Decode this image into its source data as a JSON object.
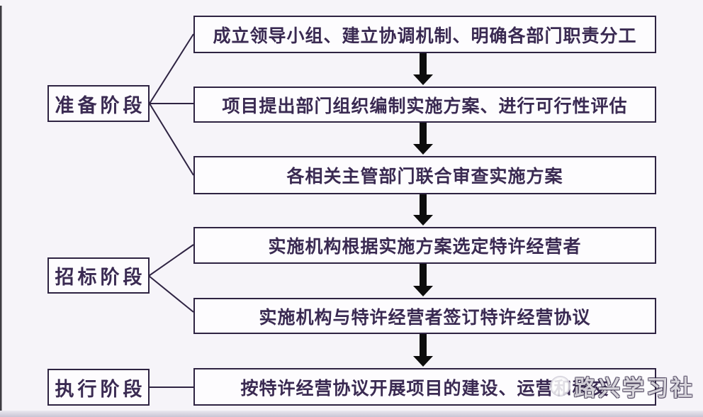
{
  "diagram": {
    "phases": [
      {
        "label": "准备阶段"
      },
      {
        "label": "招标阶段"
      },
      {
        "label": "执行阶段"
      }
    ],
    "steps": [
      {
        "text": "成立领导小组、建立协调机制、明确各部门职责分工"
      },
      {
        "text": "项目提出部门组织编制实施方案、进行可行性评估"
      },
      {
        "text": "各相关主管部门联合审查实施方案"
      },
      {
        "text": "实施机构根据实施方案选定特许经营者"
      },
      {
        "text": "实施机构与特许经营者签订特许经营协议"
      },
      {
        "text": "按特许经营协议开展项目的建设、运营和移交"
      }
    ],
    "watermark": {
      "text": "路兴学习社",
      "icon": "logo-circle-icon"
    },
    "colors": {
      "border": "#2e2342",
      "text": "#3a2a52",
      "arrow": "#0d0d0d",
      "background": "#f6f4f9",
      "box_fill": "#fdfcfe"
    }
  }
}
